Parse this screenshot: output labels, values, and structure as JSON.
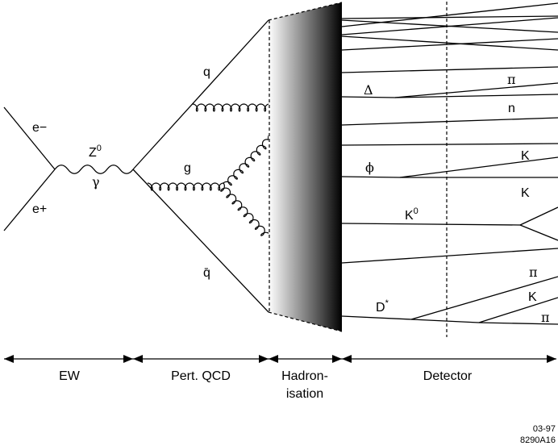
{
  "particles": {
    "e_minus": "e−",
    "e_plus": "e+",
    "z0": "Z",
    "z0_sup": "0",
    "gamma": "γ",
    "quark": "q",
    "antiquark": "q̄",
    "gluon": "g"
  },
  "hadrons": {
    "delta": "Δ",
    "phi": "ϕ",
    "k0": "K",
    "k0_sup": "0",
    "dstar": "D",
    "dstar_sup": "*",
    "pi_1": "π",
    "n": "n",
    "k_1": "K",
    "k_2": "K",
    "pi_2": "π",
    "k_3": "K",
    "pi_3": "π"
  },
  "stages": {
    "ew": "EW",
    "pert_qcd": "Pert. QCD",
    "hadron_line1": "Hadron-",
    "hadron_line2": "isation",
    "detector": "Detector"
  },
  "footer": {
    "code1": "03-97",
    "code2": "8290A16"
  }
}
